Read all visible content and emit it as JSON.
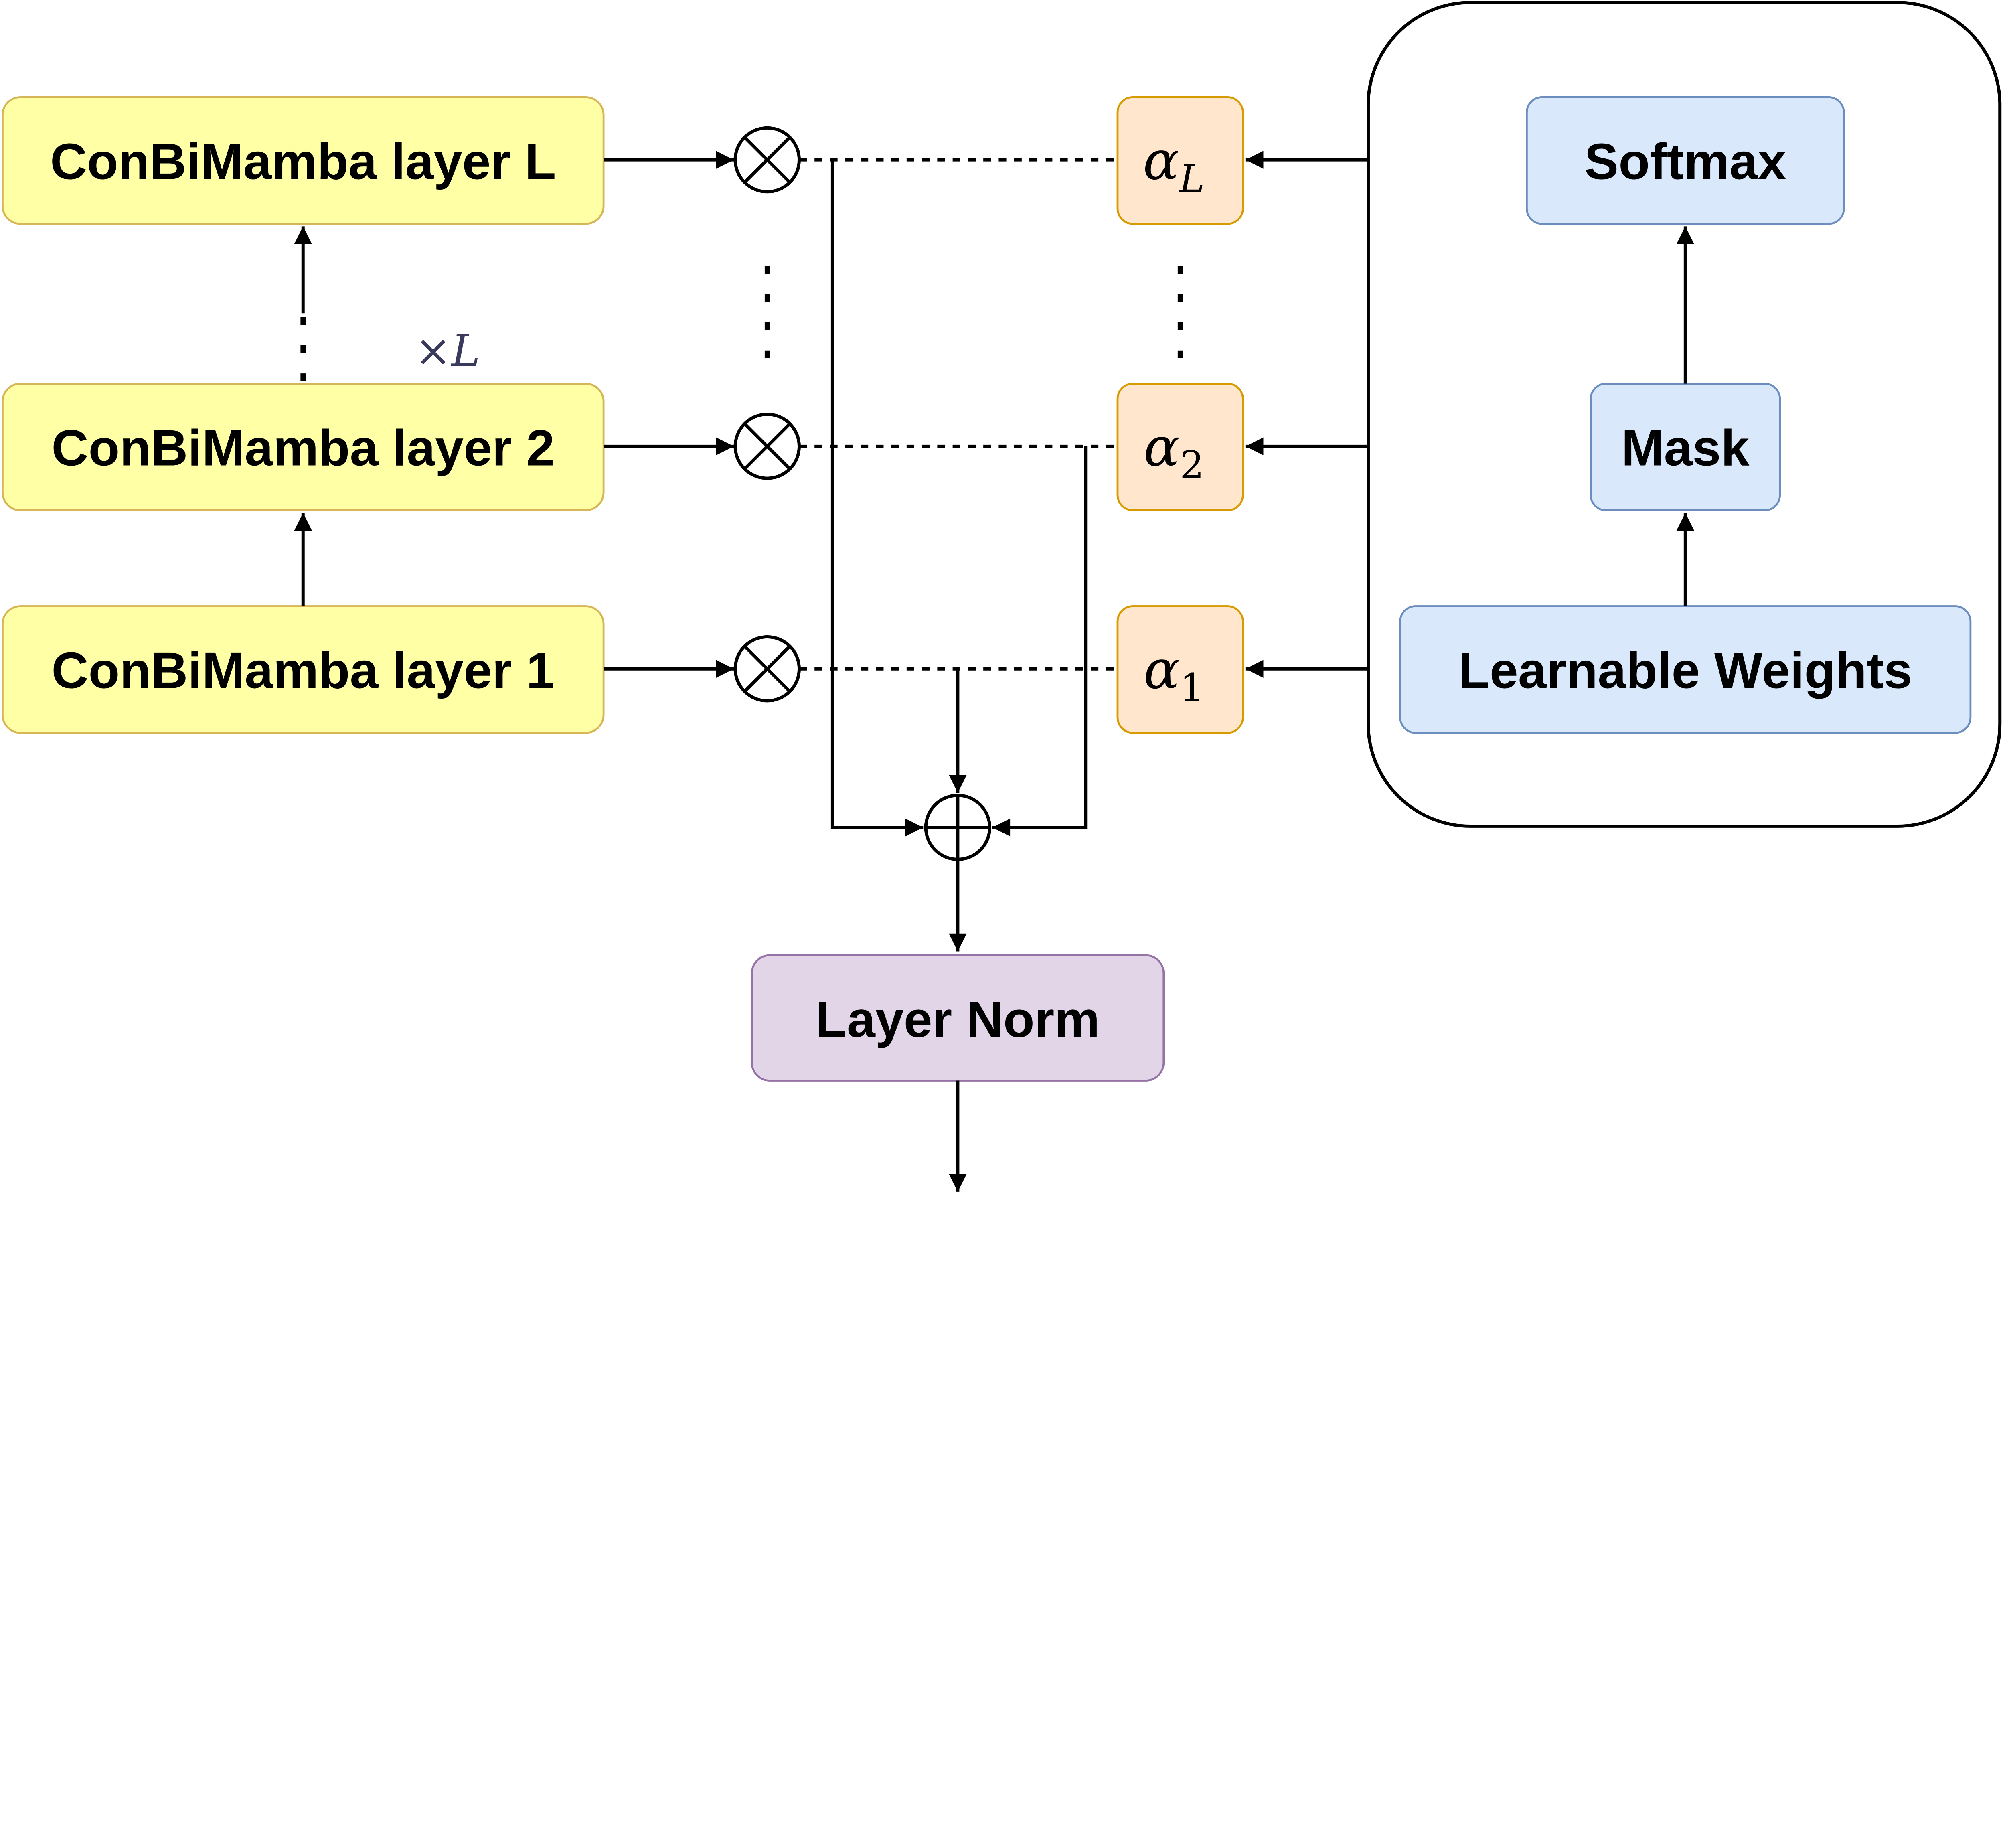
{
  "layers": [
    {
      "label": "ConBiMamba layer L"
    },
    {
      "label": "ConBiMamba layer 2"
    },
    {
      "label": "ConBiMamba layer 1"
    }
  ],
  "repeat_label": "×L",
  "weights": [
    {
      "symbol": "α",
      "sub": "L"
    },
    {
      "symbol": "α",
      "sub": "2"
    },
    {
      "symbol": "α",
      "sub": "1"
    }
  ],
  "weight_module": {
    "softmax": "Softmax",
    "mask": "Mask",
    "learnable": "Learnable Weights"
  },
  "layer_norm": "Layer Norm",
  "colors": {
    "layer_fill": "#ffffa6",
    "layer_stroke": "#d6b656",
    "alpha_fill": "#ffe6cc",
    "alpha_stroke": "#d79b00",
    "module_fill": "#dae8fc",
    "module_stroke": "#6c8ebf",
    "norm_fill": "#e1d5e7",
    "norm_stroke": "#9673a6",
    "repeat_text": "#3a3a5c"
  },
  "icons": {
    "multiply": "circled-times-icon",
    "sum": "circled-plus-icon"
  }
}
